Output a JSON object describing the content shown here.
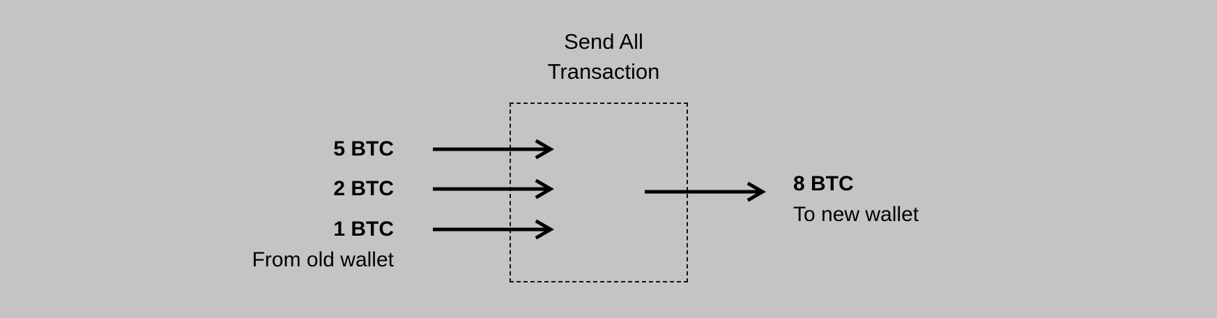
{
  "diagram": {
    "type": "bitcoin-send-all-transaction",
    "background_color": "#c4c4c4",
    "stroke_color": "#000000",
    "title": {
      "line1": "Send All",
      "line2": "Transaction"
    },
    "transaction_box": {
      "label": "send-all-transaction-box",
      "border_style": "dashed",
      "border_color": "#111111"
    },
    "inputs": {
      "caption": "From old wallet",
      "items": [
        {
          "amount": "5 BTC",
          "arrow": "input-arrow"
        },
        {
          "amount": "2 BTC",
          "arrow": "input-arrow"
        },
        {
          "amount": "1 BTC",
          "arrow": "input-arrow"
        }
      ]
    },
    "outputs": {
      "caption": "To new wallet",
      "items": [
        {
          "amount": "8 BTC",
          "arrow": "output-arrow"
        }
      ]
    }
  }
}
